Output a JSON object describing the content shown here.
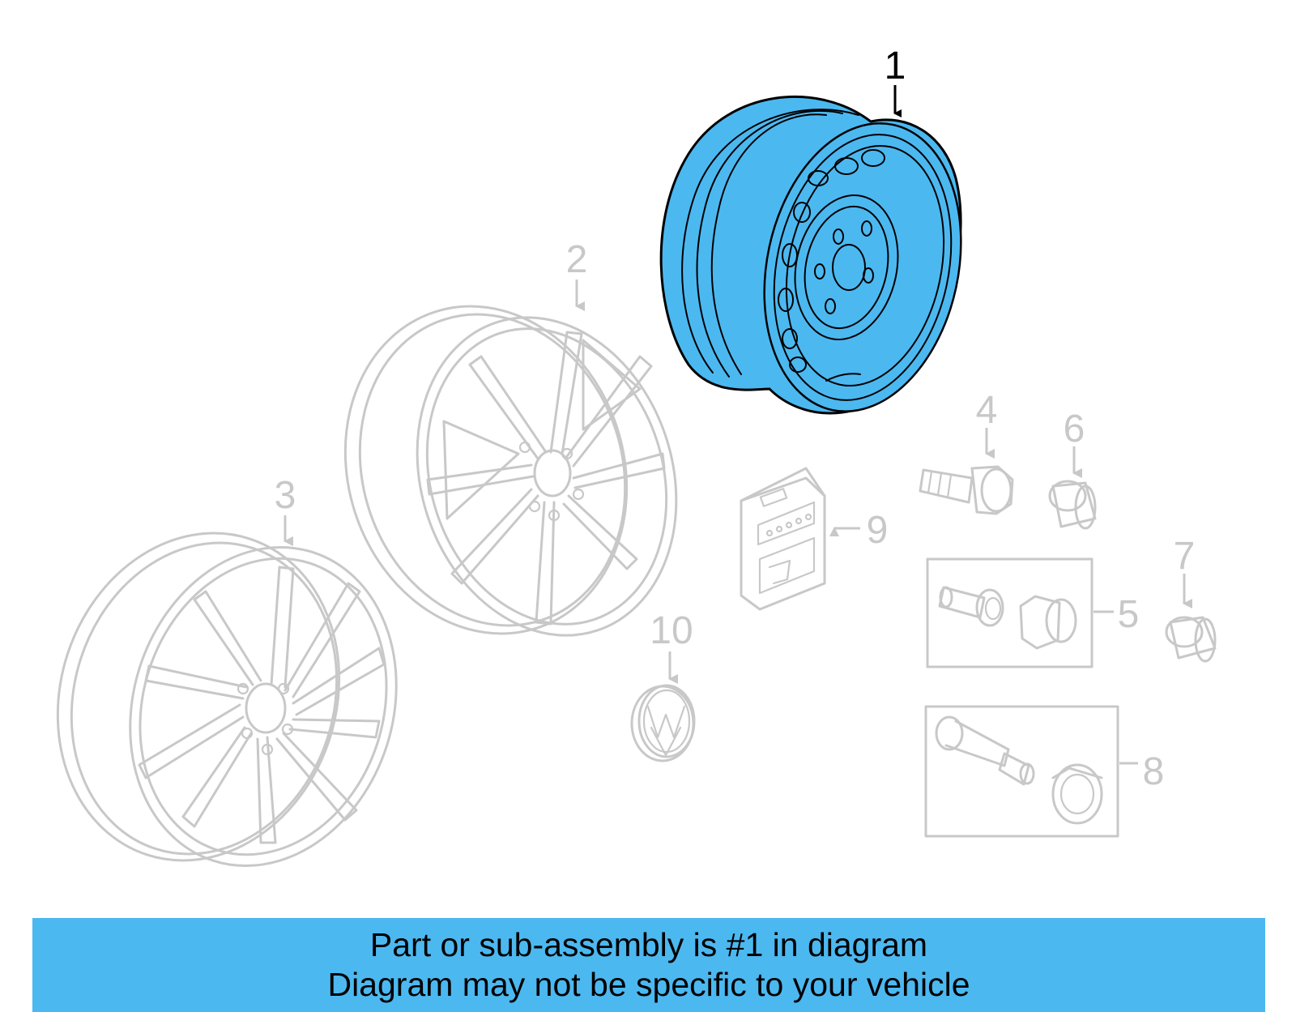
{
  "diagram": {
    "callouts": {
      "c1": "1",
      "c2": "2",
      "c3": "3",
      "c4": "4",
      "c5": "5",
      "c6": "6",
      "c7": "7",
      "c8": "8",
      "c9": "9",
      "c10": "10"
    },
    "highlight_color": "#4cb8f0",
    "ghost_color": "#c8c8c8"
  },
  "banner": {
    "line1": "Part or sub-assembly is #1 in diagram",
    "line2": "Diagram may not be specific to your vehicle"
  }
}
